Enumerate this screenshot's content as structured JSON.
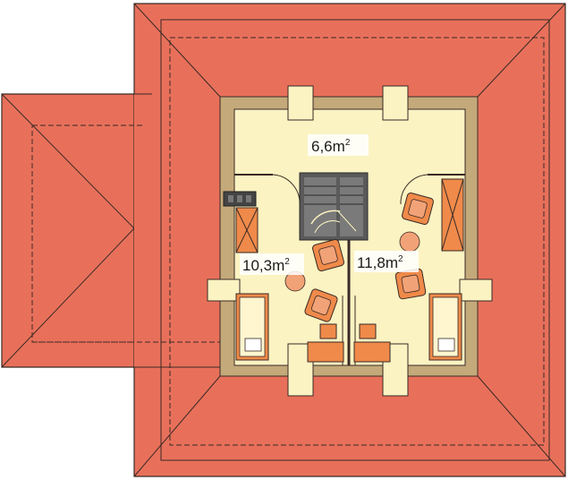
{
  "rooms": [
    {
      "id": "hall",
      "area": "6,6",
      "unit": "m",
      "exp": "2"
    },
    {
      "id": "room-left",
      "area": "10,3",
      "unit": "m",
      "exp": "2"
    },
    {
      "id": "room-right",
      "area": "11,8",
      "unit": "m",
      "exp": "2"
    }
  ],
  "colors": {
    "roof": "#e8705a",
    "roof_stroke": "#3a2a25",
    "wall": "#c4a97a",
    "floor": "#fbf3c2",
    "stair": "#5a5a5a",
    "furniture": "#ef8a4a",
    "furniture_light": "#f2a277",
    "bed_sheet": "#fff6d0"
  }
}
